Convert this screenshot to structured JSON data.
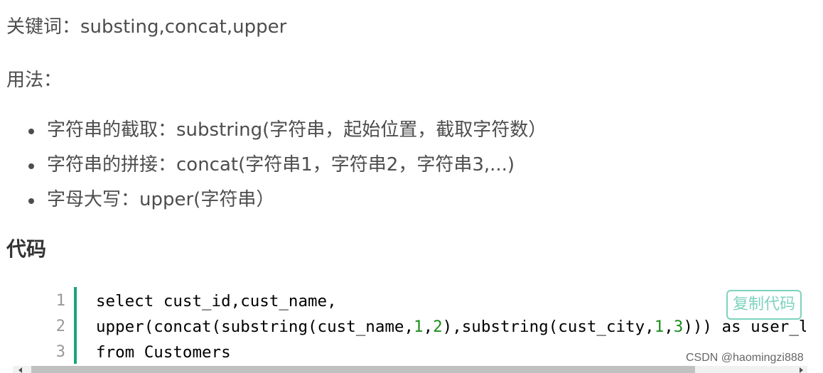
{
  "article": {
    "keywords_line": "关键词：substing,concat,upper",
    "usage_label": "用法：",
    "bullets": [
      "字符串的截取：substring(字符串，起始位置，截取字符数）",
      "字符串的拼接：concat(字符串1，字符串2，字符串3,...)",
      "字母大写：upper(字符串）"
    ],
    "code_heading": "代码"
  },
  "code_block": {
    "line_numbers": [
      "1",
      "2",
      "3"
    ],
    "lines": [
      [
        {
          "t": "select cust_id,cust_name,"
        }
      ],
      [
        {
          "t": "upper(concat(substring(cust_name,"
        },
        {
          "t": "1",
          "k": "num"
        },
        {
          "t": ","
        },
        {
          "t": "2",
          "k": "num"
        },
        {
          "t": "),substring(cust_city,"
        },
        {
          "t": "1",
          "k": "num"
        },
        {
          "t": ","
        },
        {
          "t": "3",
          "k": "num"
        },
        {
          "t": "))) as user_login"
        }
      ],
      [
        {
          "t": "from Customers"
        }
      ]
    ],
    "copy_button_label": "复制代码",
    "watermark": "CSDN @haomingzi888"
  },
  "colors": {
    "text": "#4d4d4d",
    "code_text": "#000000",
    "number_token": "#1c8f1c",
    "gutter_accent": "#1aa37a",
    "copy_button": "#7dd3be"
  }
}
